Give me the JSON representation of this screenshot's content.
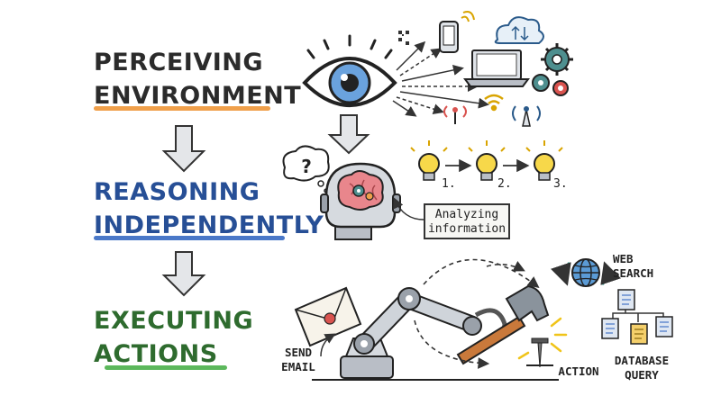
{
  "stages": [
    {
      "line1": "PERCEIVING",
      "line2": "ENVIRONMENT",
      "accent": "#f0a04b",
      "text_color": "#2b2b2b"
    },
    {
      "line1": "REASONING",
      "line2": "INDEPENDENTLY",
      "accent": "#4a78c8",
      "text_color": "#274f96"
    },
    {
      "line1": "EXECUTING",
      "line2": "ACTIONS",
      "accent": "#5cb85c",
      "text_color": "#2e6b2e"
    }
  ],
  "reasoning": {
    "callout_line1": "Analyzing",
    "callout_line2": "information",
    "steps": [
      "1.",
      "2.",
      "3."
    ],
    "thought": "?"
  },
  "actions": {
    "send_email_line1": "SEND",
    "send_email_line2": "EMAIL",
    "action": "ACTION",
    "web_search_line1": "WEB",
    "web_search_line2": "SEARCH",
    "database_line1": "DATABASE",
    "database_line2": "QUERY"
  },
  "colors": {
    "eye_iris": "#6aa2dd",
    "brain": "#e9868c",
    "bulb": "#f7d84a",
    "gear_teal": "#4e8f8f",
    "gear_red": "#d9534f",
    "robot_gray": "#b9bec6",
    "hammer_wood": "#c9793b",
    "folder": "#f4cf6b",
    "globe": "#5b9bd5"
  }
}
